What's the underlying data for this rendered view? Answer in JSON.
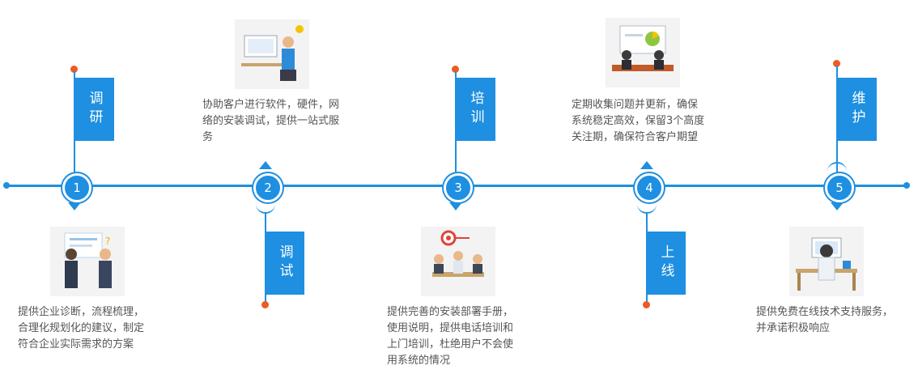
{
  "colors": {
    "accent": "#1e8fe1",
    "marker": "#f05a22",
    "text": "#555555"
  },
  "steps": [
    {
      "number": "1",
      "label": "调研",
      "description": "提供企业诊断，流程梳理，合理化规划化的建议，制定符合企业实际需求的方案"
    },
    {
      "number": "2",
      "label": "调试",
      "description": "协助客户进行软件，硬件，网络的安装调试，提供一站式服务"
    },
    {
      "number": "3",
      "label": "培训",
      "description": "提供完善的安装部署手册，使用说明，提供电话培训和上门培训，杜绝用户不会使用系统的情况"
    },
    {
      "number": "4",
      "label": "上线",
      "description": "定期收集问题并更新，确保系统稳定高效，保留3个高度关注期，确保符合客户期望"
    },
    {
      "number": "5",
      "label": "维护",
      "description": "提供免费在线技术支持服务，并承诺积极响应"
    }
  ]
}
